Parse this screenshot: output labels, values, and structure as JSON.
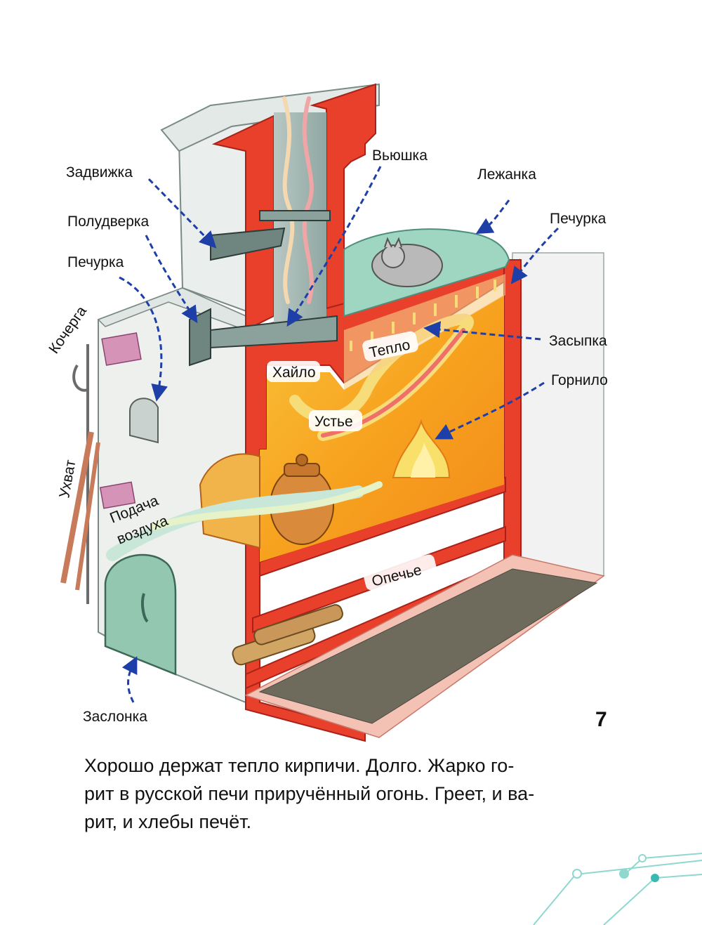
{
  "labels": {
    "zadvizhka": "Задвижка",
    "poludverka": "Полудверка",
    "pechurka_left": "Печурка",
    "kocherga": "Кочерга",
    "ukhvat": "Ухват",
    "podacha_line1": "Подача",
    "podacha_line2": "воздуха",
    "zaslonka": "Заслонка",
    "vyushka": "Вьюшка",
    "lezhanka": "Лежанка",
    "pechurka_right": "Печурка",
    "zasypka": "Засыпка",
    "gornilo": "Горнило",
    "teplo": "Тепло",
    "khailo": "Хайло",
    "ustye": "Устье",
    "opechye": "Опечье"
  },
  "text": {
    "line1": "Хорошо держат тепло кирпичи. Долго. Жарко го-",
    "line2": "рит в русской печи приручённый огонь. Греет, и ва-",
    "line3": "рит, и хлебы печёт."
  },
  "page_number": "7",
  "colors": {
    "brick_red": "#e8402a",
    "plaster": "#eef0ee",
    "fire_orange": "#f7a21f",
    "blanket_green": "#9fd6c2",
    "arrow_blue": "#1f3fa8",
    "decor_teal": "#8fd8d0"
  }
}
